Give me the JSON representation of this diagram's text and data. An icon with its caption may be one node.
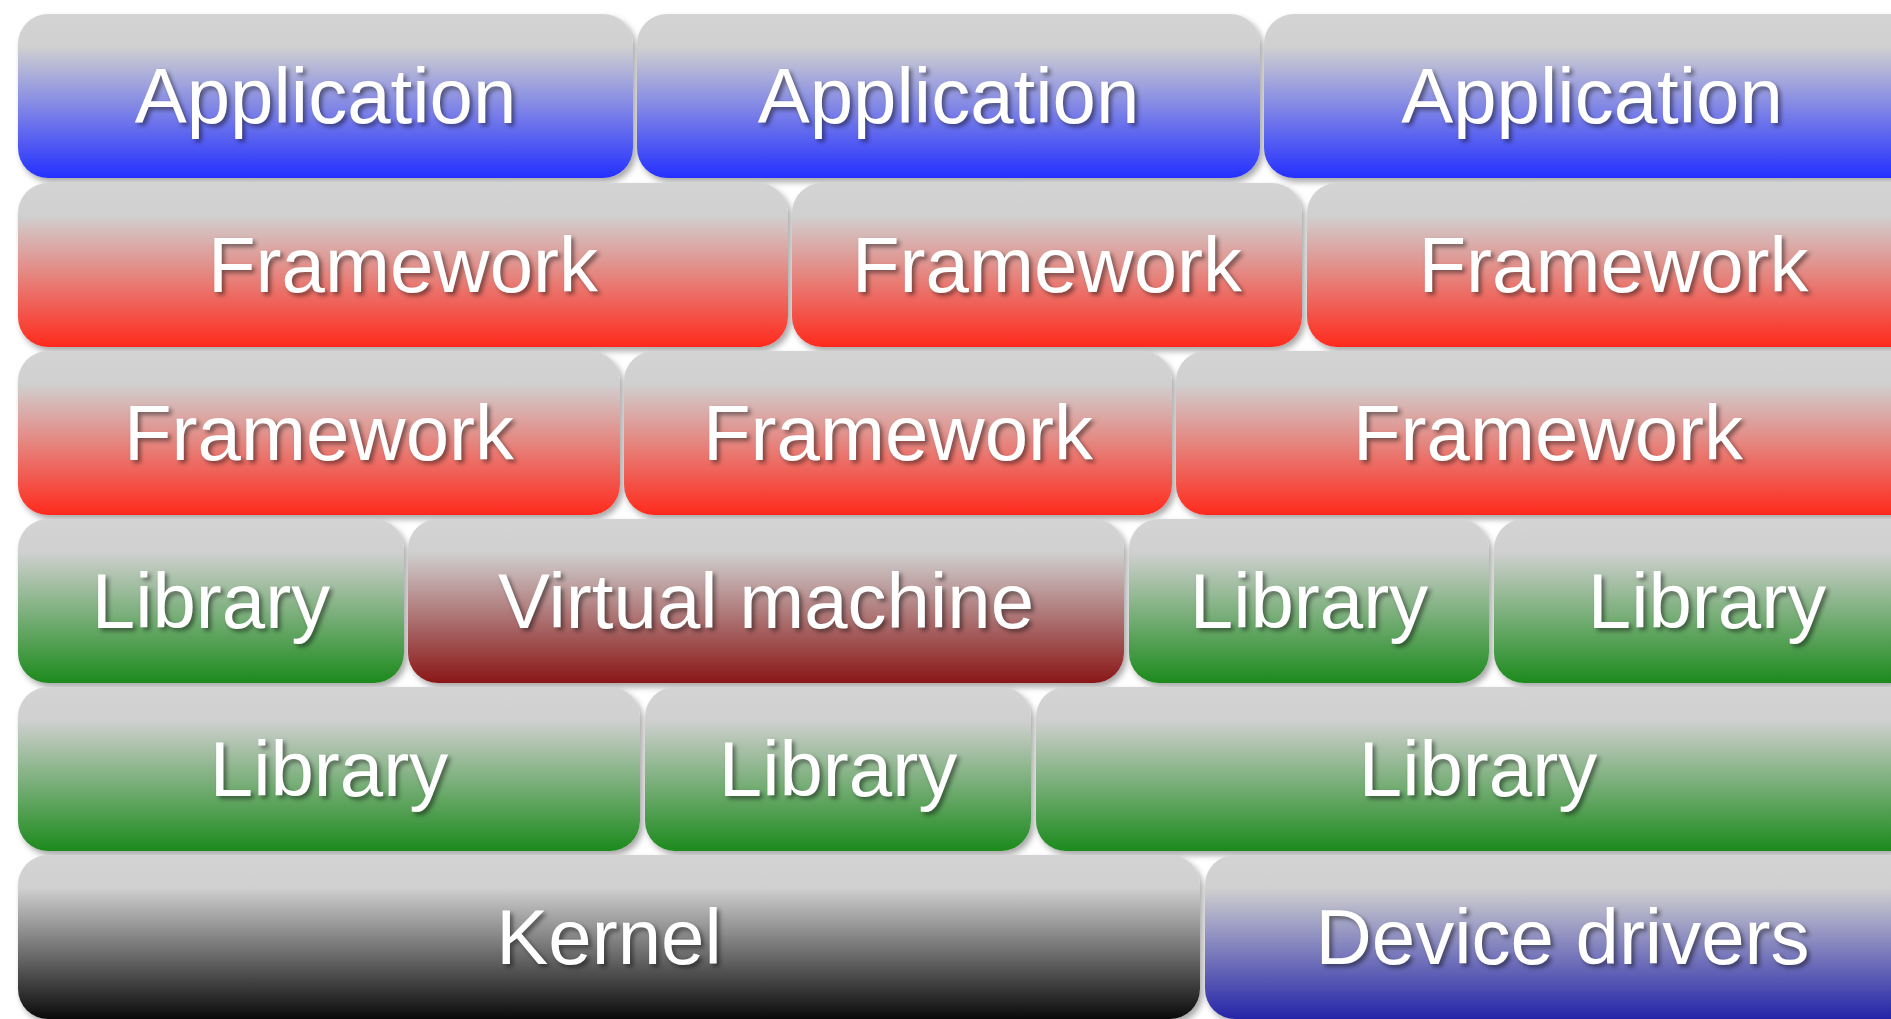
{
  "diagram": {
    "nodes": [
      {
        "text": [
          "Application"
        ]
      },
      {
        "text": [
          "Application"
        ]
      },
      {
        "text": [
          "Application"
        ]
      },
      {
        "text": [
          "Framework"
        ]
      },
      {
        "text": [
          "Framework"
        ]
      },
      {
        "text": [
          "Framework"
        ]
      },
      {
        "text": [
          "Framework"
        ]
      },
      {
        "text": [
          "Framework"
        ]
      },
      {
        "text": [
          "Framework"
        ]
      },
      {
        "text": [
          "Library"
        ]
      },
      {
        "text": [
          "Virtual machine"
        ]
      },
      {
        "text": [
          "Library"
        ]
      },
      {
        "text": [
          "Library"
        ]
      },
      {
        "text": [
          "Library"
        ]
      },
      {
        "text": [
          "Library"
        ]
      },
      {
        "text": [
          "Library"
        ]
      },
      {
        "text": [
          "Kernel"
        ]
      },
      {
        "text": [
          "Device drivers"
        ]
      }
    ]
  }
}
